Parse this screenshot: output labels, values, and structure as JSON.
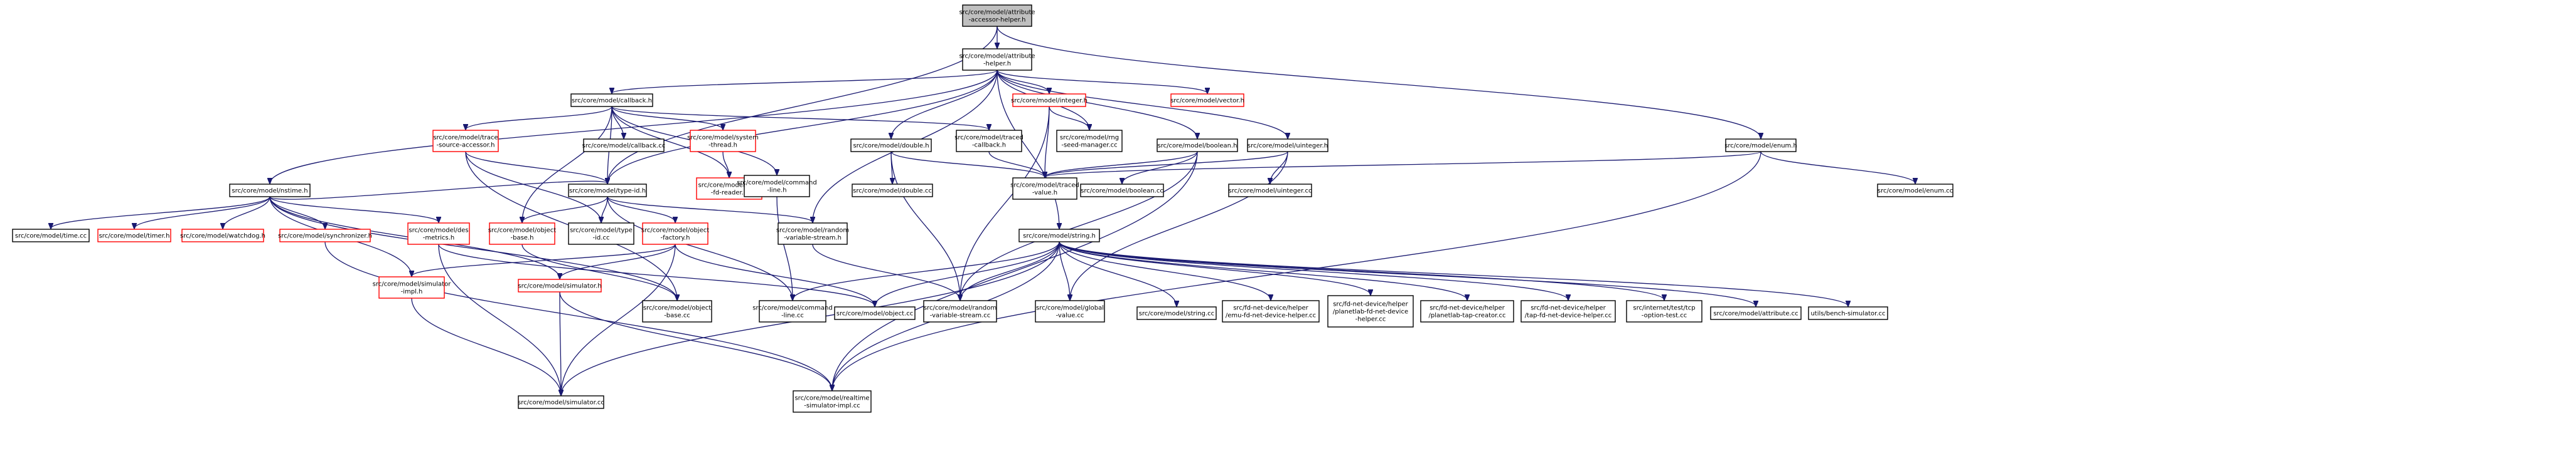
{
  "colors": {
    "normal_border": "#000000",
    "truncated_border": "#ff0000",
    "focus_fill": "#bfbfbf",
    "edge": "#191970"
  },
  "nodes": [
    {
      "id": "attribute-accessor-helper-h",
      "lines": [
        "src/core/model/attribute",
        "-accessor-helper.h"
      ],
      "style": "focus"
    },
    {
      "id": "attribute-helper-h",
      "lines": [
        "src/core/model/attribute",
        "-helper.h"
      ],
      "style": "normal"
    },
    {
      "id": "callback-h",
      "lines": [
        "src/core/model/callback.h"
      ],
      "style": "normal"
    },
    {
      "id": "integer-h",
      "lines": [
        "src/core/model/integer.h"
      ],
      "style": "truncated"
    },
    {
      "id": "vector-h",
      "lines": [
        "src/core/model/vector.h"
      ],
      "style": "truncated"
    },
    {
      "id": "trace-source-accessor-h",
      "lines": [
        "src/core/model/trace",
        "-source-accessor.h"
      ],
      "style": "truncated"
    },
    {
      "id": "callback-cc",
      "lines": [
        "src/core/model/callback.cc"
      ],
      "style": "normal"
    },
    {
      "id": "system-thread-h",
      "lines": [
        "src/core/model/system",
        "-thread.h"
      ],
      "style": "truncated"
    },
    {
      "id": "double-h",
      "lines": [
        "src/core/model/double.h"
      ],
      "style": "normal"
    },
    {
      "id": "traced-callback-h",
      "lines": [
        "src/core/model/traced",
        "-callback.h"
      ],
      "style": "normal"
    },
    {
      "id": "rng-seed-manager-cc",
      "lines": [
        "src/core/model/rng",
        "-seed-manager.cc"
      ],
      "style": "normal"
    },
    {
      "id": "boolean-h",
      "lines": [
        "src/core/model/boolean.h"
      ],
      "style": "normal"
    },
    {
      "id": "uinteger-h",
      "lines": [
        "src/core/model/uinteger.h"
      ],
      "style": "normal"
    },
    {
      "id": "enum-h",
      "lines": [
        "src/core/model/enum.h"
      ],
      "style": "normal"
    },
    {
      "id": "nstime-h",
      "lines": [
        "src/core/model/nstime.h"
      ],
      "style": "normal"
    },
    {
      "id": "type-id-h",
      "lines": [
        "src/core/model/type-id.h"
      ],
      "style": "normal"
    },
    {
      "id": "unix-fd-reader-h",
      "lines": [
        "src/core/model/unix",
        "-fd-reader.h"
      ],
      "style": "truncated"
    },
    {
      "id": "command-line-h",
      "lines": [
        "src/core/model/command",
        "-line.h"
      ],
      "style": "normal"
    },
    {
      "id": "double-cc",
      "lines": [
        "src/core/model/double.cc"
      ],
      "style": "normal"
    },
    {
      "id": "traced-value-h",
      "lines": [
        "src/core/model/traced",
        "-value.h"
      ],
      "style": "normal"
    },
    {
      "id": "boolean-cc",
      "lines": [
        "src/core/model/boolean.cc"
      ],
      "style": "normal"
    },
    {
      "id": "uinteger-cc",
      "lines": [
        "src/core/model/uinteger.cc"
      ],
      "style": "normal"
    },
    {
      "id": "enum-cc",
      "lines": [
        "src/core/model/enum.cc"
      ],
      "style": "normal"
    },
    {
      "id": "time-cc",
      "lines": [
        "src/core/model/time.cc"
      ],
      "style": "normal"
    },
    {
      "id": "timer-h",
      "lines": [
        "src/core/model/timer.h"
      ],
      "style": "truncated"
    },
    {
      "id": "watchdog-h",
      "lines": [
        "src/core/model/watchdog.h"
      ],
      "style": "truncated"
    },
    {
      "id": "synchronizer-h",
      "lines": [
        "src/core/model/synchronizer.h"
      ],
      "style": "truncated"
    },
    {
      "id": "des-metrics-h",
      "lines": [
        "src/core/model/des",
        "-metrics.h"
      ],
      "style": "truncated"
    },
    {
      "id": "object-base-h",
      "lines": [
        "src/core/model/object",
        "-base.h"
      ],
      "style": "truncated"
    },
    {
      "id": "type-id-cc",
      "lines": [
        "src/core/model/type",
        "-id.cc"
      ],
      "style": "normal"
    },
    {
      "id": "object-factory-h",
      "lines": [
        "src/core/model/object",
        "-factory.h"
      ],
      "style": "truncated"
    },
    {
      "id": "random-variable-stream-h",
      "lines": [
        "src/core/model/random",
        "-variable-stream.h"
      ],
      "style": "normal"
    },
    {
      "id": "string-h",
      "lines": [
        "src/core/model/string.h"
      ],
      "style": "normal"
    },
    {
      "id": "simulator-impl-h",
      "lines": [
        "src/core/model/simulator",
        "-impl.h"
      ],
      "style": "truncated"
    },
    {
      "id": "simulator-h",
      "lines": [
        "src/core/model/simulator.h"
      ],
      "style": "truncated"
    },
    {
      "id": "object-base-cc",
      "lines": [
        "src/core/model/object",
        "-base.cc"
      ],
      "style": "normal"
    },
    {
      "id": "command-line-cc",
      "lines": [
        "src/core/model/command",
        "-line.cc"
      ],
      "style": "normal"
    },
    {
      "id": "object-cc",
      "lines": [
        "src/core/model/object.cc"
      ],
      "style": "normal"
    },
    {
      "id": "random-variable-stream-cc",
      "lines": [
        "src/core/model/random",
        "-variable-stream.cc"
      ],
      "style": "normal"
    },
    {
      "id": "global-value-cc",
      "lines": [
        "src/core/model/global",
        "-value.cc"
      ],
      "style": "normal"
    },
    {
      "id": "string-cc",
      "lines": [
        "src/core/model/string.cc"
      ],
      "style": "normal"
    },
    {
      "id": "emu-fd-net-device-helper-cc",
      "lines": [
        "src/fd-net-device/helper",
        "/emu-fd-net-device-helper.cc"
      ],
      "style": "normal"
    },
    {
      "id": "planetlab-fd-net-device-helper-cc",
      "lines": [
        "src/fd-net-device/helper",
        "/planetlab-fd-net-device",
        "-helper.cc"
      ],
      "style": "normal"
    },
    {
      "id": "planetlab-tap-creator-cc",
      "lines": [
        "src/fd-net-device/helper",
        "/planetlab-tap-creator.cc"
      ],
      "style": "normal"
    },
    {
      "id": "tap-fd-net-device-helper-cc",
      "lines": [
        "src/fd-net-device/helper",
        "/tap-fd-net-device-helper.cc"
      ],
      "style": "normal"
    },
    {
      "id": "tcp-option-test-cc",
      "lines": [
        "src/internet/test/tcp",
        "-option-test.cc"
      ],
      "style": "normal"
    },
    {
      "id": "attribute-cc",
      "lines": [
        "src/core/model/attribute.cc"
      ],
      "style": "normal"
    },
    {
      "id": "bench-simulator-cc",
      "lines": [
        "utils/bench-simulator.cc"
      ],
      "style": "normal"
    },
    {
      "id": "simulator-cc",
      "lines": [
        "src/core/model/simulator.cc"
      ],
      "style": "normal"
    },
    {
      "id": "realtime-simulator-impl-cc",
      "lines": [
        "src/core/model/realtime",
        "-simulator-impl.cc"
      ],
      "style": "normal"
    }
  ],
  "edges": [
    [
      "attribute-accessor-helper-h",
      "attribute-helper-h"
    ],
    [
      "attribute-accessor-helper-h",
      "type-id-h"
    ],
    [
      "attribute-accessor-helper-h",
      "enum-h"
    ],
    [
      "attribute-helper-h",
      "callback-h"
    ],
    [
      "attribute-helper-h",
      "integer-h"
    ],
    [
      "attribute-helper-h",
      "vector-h"
    ],
    [
      "attribute-helper-h",
      "rng-seed-manager-cc"
    ],
    [
      "attribute-helper-h",
      "boolean-h"
    ],
    [
      "attribute-helper-h",
      "uinteger-h"
    ],
    [
      "attribute-helper-h",
      "nstime-h"
    ],
    [
      "attribute-helper-h",
      "type-id-h"
    ],
    [
      "attribute-helper-h",
      "double-h"
    ],
    [
      "attribute-helper-h",
      "random-variable-stream-h"
    ],
    [
      "attribute-helper-h",
      "string-h"
    ],
    [
      "callback-h",
      "trace-source-accessor-h"
    ],
    [
      "callback-h",
      "callback-cc"
    ],
    [
      "callback-h",
      "system-thread-h"
    ],
    [
      "callback-h",
      "traced-callback-h"
    ],
    [
      "callback-h",
      "type-id-h"
    ],
    [
      "callback-h",
      "unix-fd-reader-h"
    ],
    [
      "callback-h",
      "command-line-h"
    ],
    [
      "callback-h",
      "object-base-h"
    ],
    [
      "integer-h",
      "rng-seed-manager-cc"
    ],
    [
      "integer-h",
      "traced-value-h"
    ],
    [
      "integer-h",
      "random-variable-stream-cc"
    ],
    [
      "trace-source-accessor-h",
      "type-id-h"
    ],
    [
      "trace-source-accessor-h",
      "object-base-cc"
    ],
    [
      "trace-source-accessor-h",
      "type-id-cc"
    ],
    [
      "system-thread-h",
      "unix-fd-reader-h"
    ],
    [
      "double-h",
      "double-cc"
    ],
    [
      "double-h",
      "traced-value-h"
    ],
    [
      "double-h",
      "random-variable-stream-cc"
    ],
    [
      "traced-callback-h",
      "traced-value-h"
    ],
    [
      "boolean-h",
      "traced-value-h"
    ],
    [
      "boolean-h",
      "boolean-cc"
    ],
    [
      "boolean-h",
      "random-variable-stream-cc"
    ],
    [
      "boolean-h",
      "realtime-simulator-impl-cc"
    ],
    [
      "uinteger-h",
      "traced-value-h"
    ],
    [
      "uinteger-h",
      "uinteger-cc"
    ],
    [
      "uinteger-h",
      "global-value-cc"
    ],
    [
      "enum-h",
      "traced-value-h"
    ],
    [
      "enum-h",
      "enum-cc"
    ],
    [
      "enum-h",
      "realtime-simulator-impl-cc"
    ],
    [
      "nstime-h",
      "type-id-h"
    ],
    [
      "nstime-h",
      "time-cc"
    ],
    [
      "nstime-h",
      "timer-h"
    ],
    [
      "nstime-h",
      "watchdog-h"
    ],
    [
      "nstime-h",
      "synchronizer-h"
    ],
    [
      "nstime-h",
      "des-metrics-h"
    ],
    [
      "nstime-h",
      "simulator-impl-h"
    ],
    [
      "nstime-h",
      "simulator-h"
    ],
    [
      "nstime-h",
      "object-base-cc"
    ],
    [
      "type-id-h",
      "object-base-h"
    ],
    [
      "type-id-h",
      "type-id-cc"
    ],
    [
      "type-id-h",
      "object-factory-h"
    ],
    [
      "type-id-h",
      "random-variable-stream-h"
    ],
    [
      "type-id-h",
      "command-line-cc"
    ],
    [
      "command-line-h",
      "command-line-cc"
    ],
    [
      "des-metrics-h",
      "simulator-cc"
    ],
    [
      "des-metrics-h",
      "object-cc"
    ],
    [
      "object-base-h",
      "object-base-cc"
    ],
    [
      "object-factory-h",
      "simulator-impl-h"
    ],
    [
      "object-factory-h",
      "simulator-h"
    ],
    [
      "object-factory-h",
      "object-cc"
    ],
    [
      "object-factory-h",
      "simulator-cc"
    ],
    [
      "random-variable-stream-h",
      "random-variable-stream-cc"
    ],
    [
      "string-h",
      "command-line-cc"
    ],
    [
      "string-h",
      "object-cc"
    ],
    [
      "string-h",
      "random-variable-stream-cc"
    ],
    [
      "string-h",
      "global-value-cc"
    ],
    [
      "string-h",
      "string-cc"
    ],
    [
      "string-h",
      "emu-fd-net-device-helper-cc"
    ],
    [
      "string-h",
      "planetlab-fd-net-device-helper-cc"
    ],
    [
      "string-h",
      "planetlab-tap-creator-cc"
    ],
    [
      "string-h",
      "tap-fd-net-device-helper-cc"
    ],
    [
      "string-h",
      "tcp-option-test-cc"
    ],
    [
      "string-h",
      "attribute-cc"
    ],
    [
      "string-h",
      "bench-simulator-cc"
    ],
    [
      "string-h",
      "realtime-simulator-impl-cc"
    ],
    [
      "string-h",
      "simulator-cc"
    ],
    [
      "simulator-impl-h",
      "simulator-cc"
    ],
    [
      "simulator-h",
      "simulator-cc"
    ],
    [
      "simulator-h",
      "realtime-simulator-impl-cc"
    ],
    [
      "synchronizer-h",
      "realtime-simulator-impl-cc"
    ]
  ]
}
